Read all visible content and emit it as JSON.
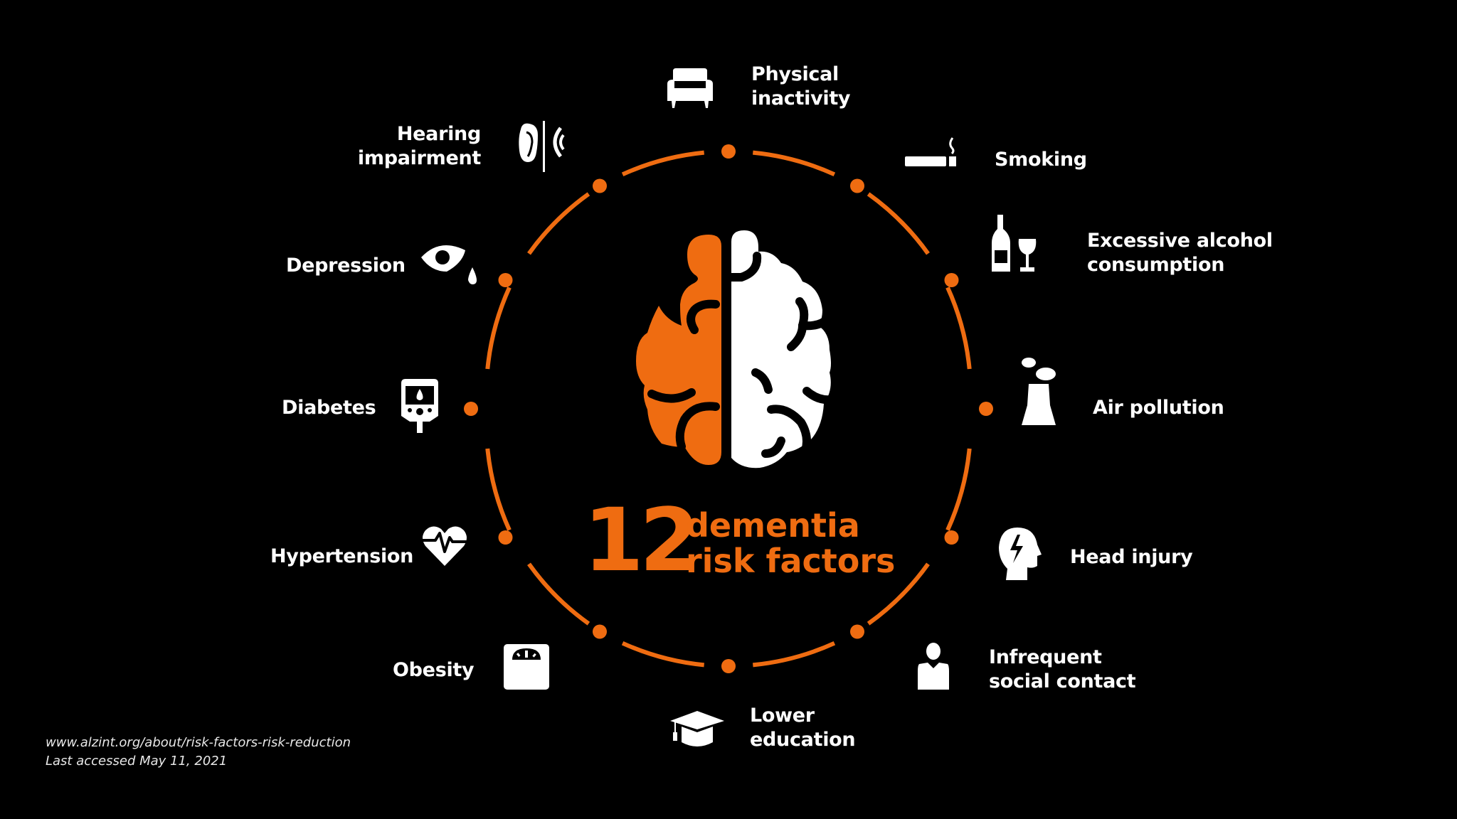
{
  "title": {
    "number": "12",
    "line1": "dementia",
    "line2": "risk factors"
  },
  "colors": {
    "background": "#000000",
    "accent": "#ef6c11",
    "text": "#ffffff"
  },
  "factors": [
    {
      "id": "physical-inactivity",
      "line1": "Physical",
      "line2": "inactivity",
      "icon": "armchair-icon"
    },
    {
      "id": "smoking",
      "line1": "Smoking",
      "line2": "",
      "icon": "cigarette-icon"
    },
    {
      "id": "excessive-alcohol",
      "line1": "Excessive alcohol",
      "line2": "consumption",
      "icon": "wine-bottle-glass-icon"
    },
    {
      "id": "air-pollution",
      "line1": "Air pollution",
      "line2": "",
      "icon": "factory-smoke-icon"
    },
    {
      "id": "head-injury",
      "line1": "Head injury",
      "line2": "",
      "icon": "head-lightning-icon"
    },
    {
      "id": "infrequent-social-contact",
      "line1": "Infrequent",
      "line2": "social contact",
      "icon": "person-icon"
    },
    {
      "id": "lower-education",
      "line1": "Lower",
      "line2": "education",
      "icon": "graduation-cap-icon"
    },
    {
      "id": "obesity",
      "line1": "Obesity",
      "line2": "",
      "icon": "weight-scale-icon"
    },
    {
      "id": "hypertension",
      "line1": "Hypertension",
      "line2": "",
      "icon": "heart-pulse-icon"
    },
    {
      "id": "diabetes",
      "line1": "Diabetes",
      "line2": "",
      "icon": "glucose-meter-icon"
    },
    {
      "id": "depression",
      "line1": "Depression",
      "line2": "",
      "icon": "crying-eye-icon"
    },
    {
      "id": "hearing-impairment",
      "line1": "Hearing",
      "line2": "impairment",
      "icon": "ear-sound-icon"
    }
  ],
  "footer": {
    "source": "www.alzint.org/about/risk-factors-risk-reduction",
    "accessed": "Last accessed May 11, 2021"
  }
}
